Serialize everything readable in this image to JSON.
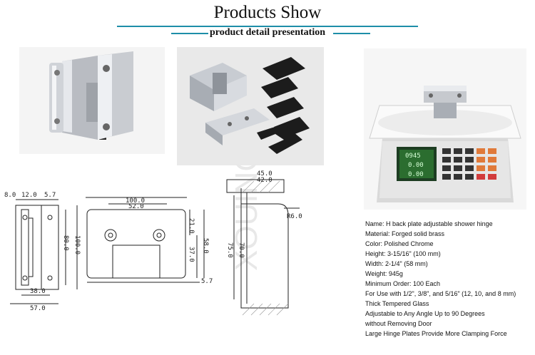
{
  "header": {
    "title": "Products Show",
    "subtitle": "product detail presentation",
    "accent_color": "#1e8ea8"
  },
  "watermark": "XOUINCY",
  "photos": [
    {
      "name": "hinge-photo",
      "icon": "chrome-hinge"
    },
    {
      "name": "hinge-parts-photo",
      "icon": "hinge-with-gaskets"
    },
    {
      "name": "hinge-scale-photo",
      "icon": "digital-scale"
    }
  ],
  "scale_readout": {
    "top": "0945",
    "mid": "0.00",
    "bottom": "0.00"
  },
  "drawings": {
    "side_view": {
      "top_dims": [
        "8.0",
        "12.0",
        "5.7"
      ],
      "height_a": "80.0",
      "height_b": "100.0",
      "bottom_inner": "38.0",
      "bottom_outer": "57.0"
    },
    "front_view": {
      "width_outer": "100.0",
      "width_inner": "52.0",
      "right_a": "21.0",
      "right_b": "37.0",
      "right_c": "58.0",
      "offset": "5.7"
    },
    "install_view": {
      "width_a": "45.0",
      "width_b": "42.0",
      "radius": "R6.0",
      "height": "75.0",
      "height_inner": "70.0"
    }
  },
  "specs": [
    "Name: H back plate adjustable shower hinge",
    "Material: Forged solid brass",
    "Color:     Polished Chrome",
    "Height:  3-15/16\" (100 mm)",
    "Width:    2-1/4\" (58 mm)",
    "Weight: 945g",
    "Minimum Order: 100 Each",
    "For Use with 1/2\", 3/8\", and 5/16\" (12, 10, and 8 mm)",
    "Thick Tempered Glass",
    "Adjustable to Any Angle Up to 90 Degrees",
    "without Removing Door",
    "Large Hinge Plates Provide More Clamping Force"
  ]
}
